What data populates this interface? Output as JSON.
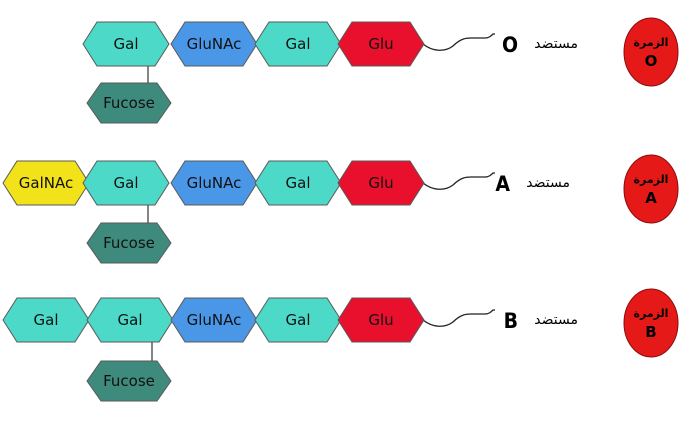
{
  "colors": {
    "Gal": "#4dd9c8",
    "GluNAc": "#4a97e8",
    "Glu": "#e8102c",
    "Fucose": "#3e8a7c",
    "GalNAc": "#f2e21a",
    "badge": "#e61919",
    "outline": "#5a5a5a"
  },
  "groups": [
    {
      "id": "O",
      "antigen_word": "مستضد",
      "antigen_letter": "O",
      "badge_word": "الزمرة",
      "badge_letter": "O",
      "chain": [
        "Gal",
        "GluNAc",
        "Gal",
        "Glu"
      ],
      "branch": "Fucose"
    },
    {
      "id": "A",
      "antigen_word": "مستضد",
      "antigen_letter": "A",
      "badge_word": "الزمرة",
      "badge_letter": "A",
      "chain": [
        "GalNAc",
        "Gal",
        "GluNAc",
        "Gal",
        "Glu"
      ],
      "branch": "Fucose"
    },
    {
      "id": "B",
      "antigen_word": "مستضد",
      "antigen_letter": "B",
      "badge_word": "الزمرة",
      "badge_letter": "B",
      "chain": [
        "Gal",
        "Gal",
        "GluNAc",
        "Gal",
        "Glu"
      ],
      "branch": "Fucose"
    }
  ]
}
